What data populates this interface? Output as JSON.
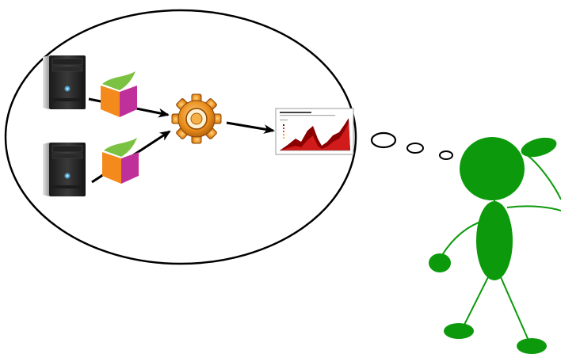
{
  "colors": {
    "server_body": "#2b2b2b",
    "server_light": "#4a9ec9",
    "cube_orange": "#f48a1c",
    "cube_magenta": "#c0309a",
    "cube_green": "#7cc242",
    "gear": "#e28a1e",
    "figure_green": "#0c9a0c",
    "chart_dark": "#8b0000",
    "chart_red": "#d11a1a"
  },
  "icons": [
    "server-icon",
    "data-cube-icon",
    "gear-icon",
    "chart-thumbnail",
    "thought-bubble",
    "stick-figure"
  ]
}
